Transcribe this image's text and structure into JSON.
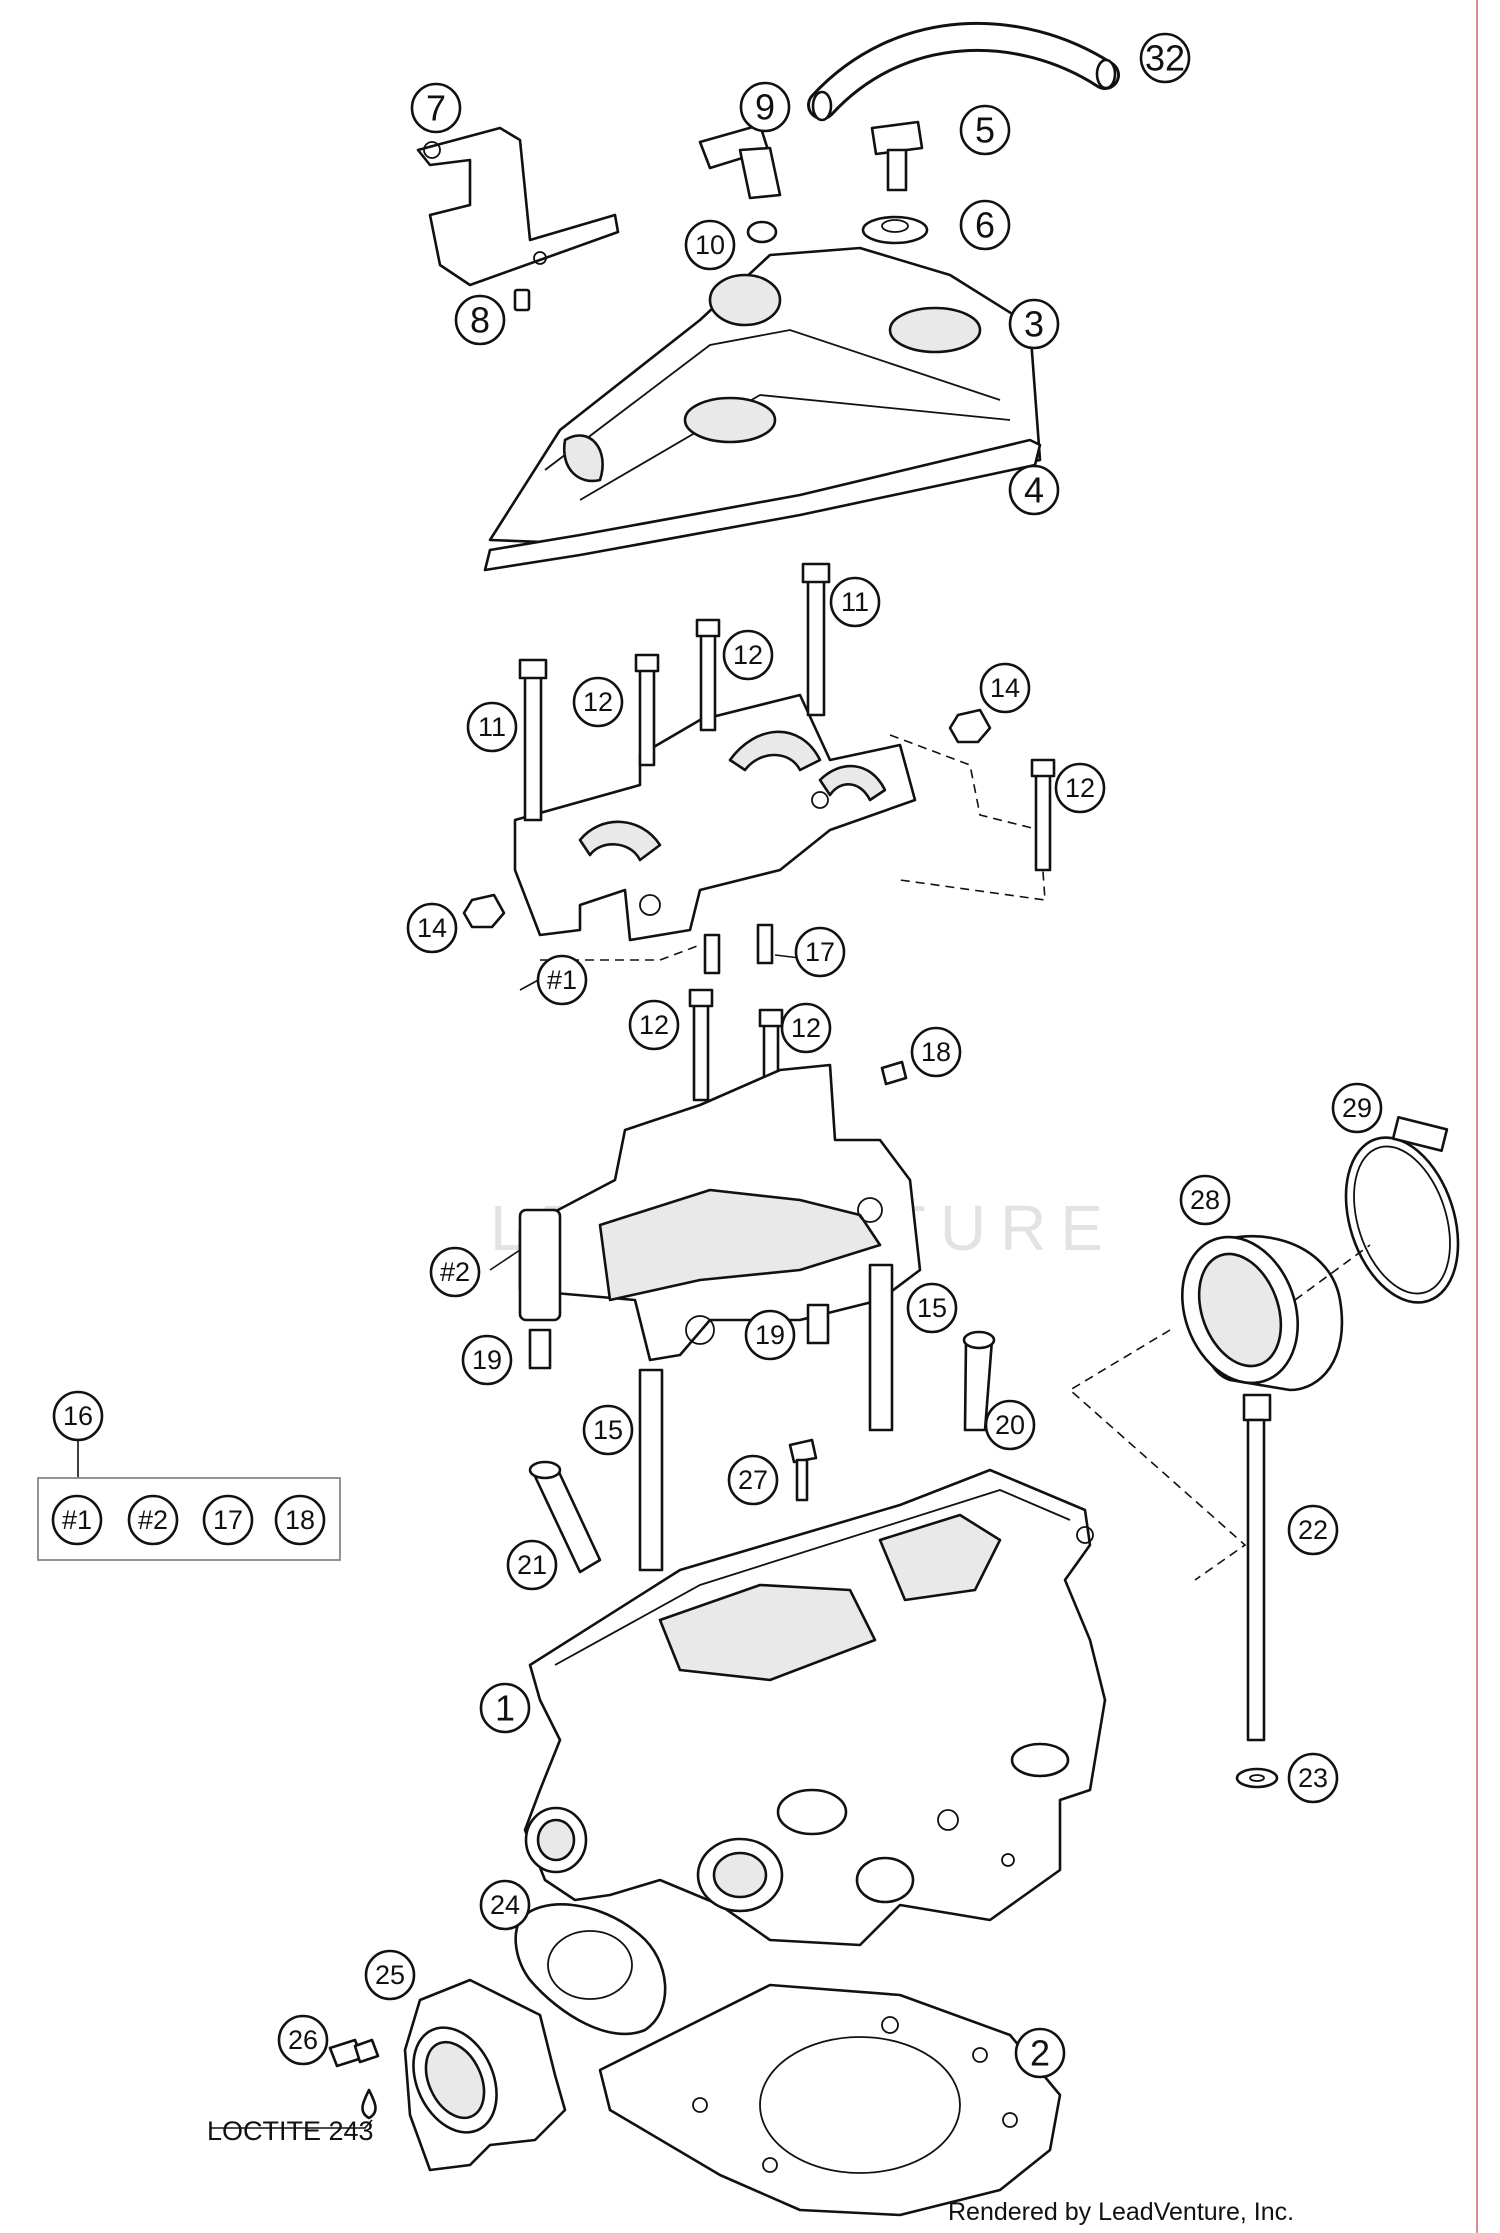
{
  "callouts": {
    "c1": "1",
    "c2": "2",
    "c3": "3",
    "c4": "4",
    "c5": "5",
    "c6": "6",
    "c7": "7",
    "c8": "8",
    "c9": "9",
    "c10": "10",
    "c11a": "11",
    "c11b": "11",
    "c12a": "12",
    "c12b": "12",
    "c12c": "12",
    "c12d": "12",
    "c12e": "12",
    "c14a": "14",
    "c14b": "14",
    "c15a": "15",
    "c15b": "15",
    "c16": "16",
    "c17": "17",
    "c18": "18",
    "c19a": "19",
    "c19b": "19",
    "c20": "20",
    "c21": "21",
    "c22": "22",
    "c23": "23",
    "c24": "24",
    "c25": "25",
    "c26": "26",
    "c27": "27",
    "c28": "28",
    "c29": "29",
    "c32": "32",
    "h1": "#1",
    "h2": "#2"
  },
  "kit": {
    "items": [
      "#1",
      "#2",
      "17",
      "18"
    ]
  },
  "note": "LOCTITE 243",
  "credit": "Rendered by LeadVenture, Inc."
}
